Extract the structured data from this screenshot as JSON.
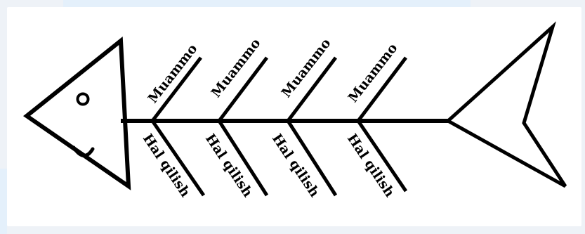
{
  "diagram": {
    "labels": {
      "top": [
        "Muammo",
        "Muammo",
        "Muammo",
        "Muammo"
      ],
      "bottom": [
        "Hal qilish",
        "Hal qilish",
        "Hal qilish",
        "Hal qilish"
      ]
    }
  }
}
